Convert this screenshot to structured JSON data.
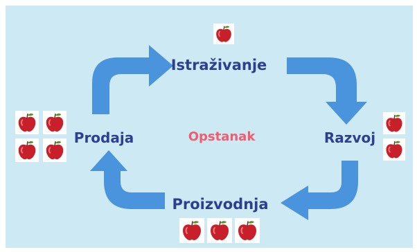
{
  "colors": {
    "background": "#cdeaf4",
    "arrow": "#4a93dd",
    "label": "#2f3f8f",
    "center": "#f25c6e",
    "apple_red": "#c8202a",
    "apple_leaf": "#5a8f2a"
  },
  "diagram": {
    "center_label": "Opstanak",
    "nodes": [
      {
        "id": "istrazivanje",
        "label": "Istraživanje",
        "apples": 1
      },
      {
        "id": "razvoj",
        "label": "Razvoj",
        "apples": 2
      },
      {
        "id": "proizvodnja",
        "label": "Proizvodnja",
        "apples": 3
      },
      {
        "id": "prodaja",
        "label": "Prodaja",
        "apples": 4
      }
    ],
    "flow": [
      {
        "from": "prodaja",
        "to": "istrazivanje"
      },
      {
        "from": "istrazivanje",
        "to": "razvoj"
      },
      {
        "from": "razvoj",
        "to": "proizvodnja"
      },
      {
        "from": "proizvodnja",
        "to": "prodaja"
      }
    ]
  }
}
